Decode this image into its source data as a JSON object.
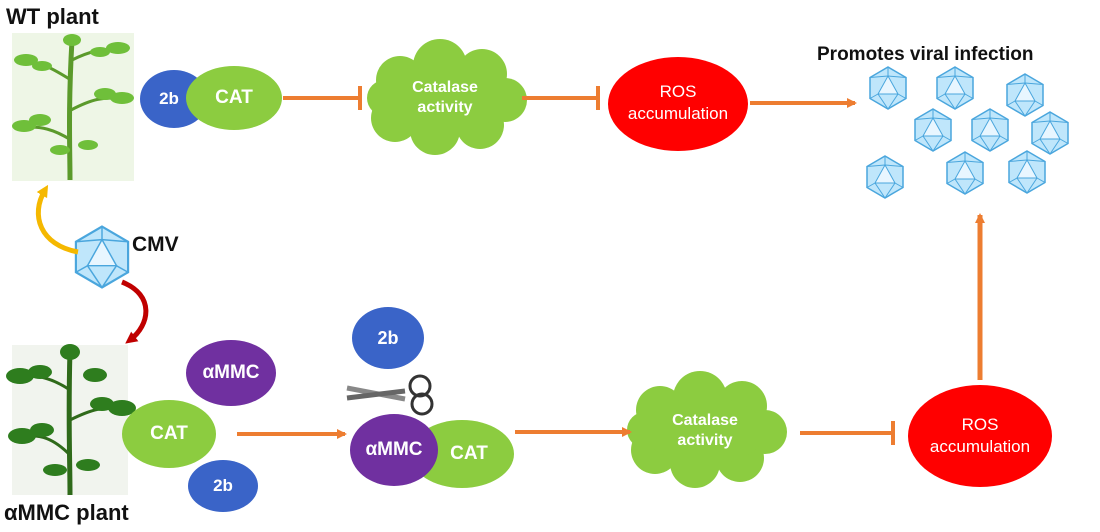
{
  "labels": {
    "wt_plant": "WT plant",
    "ammc_plant": "αMMC plant",
    "cmv": "CMV",
    "promotes": "Promotes viral infection"
  },
  "top_pathway": {
    "protein_2b": "2b",
    "protein_cat": "CAT",
    "catalase_line1": "Catalase",
    "catalase_line2": "activity",
    "ros_line1": "ROS",
    "ros_line2": "accumulation"
  },
  "bottom_pathway": {
    "ammc_free": "αMMC",
    "cat_free": "CAT",
    "b2_free": "2b",
    "b2_released": "2b",
    "ammc_complex": "αMMC",
    "cat_complex": "CAT",
    "catalase_line1": "Catalase",
    "catalase_line2": "activity",
    "ros_line1": "ROS",
    "ros_line2": "accumulation"
  },
  "colors": {
    "blue_protein": "#3a64c8",
    "green": "#8ccc40",
    "purple": "#7030a0",
    "red": "#ff0000",
    "arrow_orange": "#ed7d31",
    "arrow_yellow": "#f5b800",
    "arrow_darkred": "#c00000",
    "virus_blue": "#7ec8ef"
  }
}
